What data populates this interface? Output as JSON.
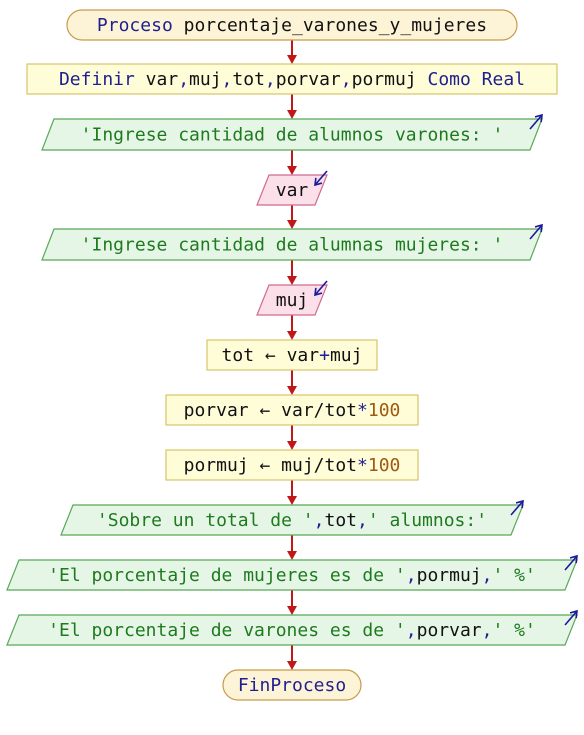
{
  "colors": {
    "terminal_fill": "#fdf3d6",
    "terminal_stroke": "#c89a4a",
    "process_fill": "#fffcd8",
    "process_stroke": "#d7c46a",
    "output_fill": "#e6f6e6",
    "output_stroke": "#58a858",
    "input_fill": "#fbe0ea",
    "input_stroke": "#d06a90",
    "arrow": "#c01818",
    "keyword": "#1f1f8f",
    "identifier": "#111111",
    "string": "#1e7a1e",
    "number": "#a05a10",
    "io_arrow": "#1a1a9a"
  },
  "nodes": [
    {
      "id": "proceso",
      "kind": "terminal",
      "segments": [
        {
          "text": "Proceso ",
          "role": "keyword"
        },
        {
          "text": "porcentaje_varones_y_mujeres",
          "role": "identifier"
        }
      ]
    },
    {
      "id": "definir",
      "kind": "process",
      "segments": [
        {
          "text": "Definir ",
          "role": "keyword"
        },
        {
          "text": "var",
          "role": "identifier"
        },
        {
          "text": ",",
          "role": "keyword"
        },
        {
          "text": "muj",
          "role": "identifier"
        },
        {
          "text": ",",
          "role": "keyword"
        },
        {
          "text": "tot",
          "role": "identifier"
        },
        {
          "text": ",",
          "role": "keyword"
        },
        {
          "text": "porvar",
          "role": "identifier"
        },
        {
          "text": ",",
          "role": "keyword"
        },
        {
          "text": "pormuj",
          "role": "identifier"
        },
        {
          "text": " Como Real",
          "role": "keyword"
        }
      ]
    },
    {
      "id": "out-varones",
      "kind": "output",
      "segments": [
        {
          "text": "'Ingrese cantidad de alumnos varones: '",
          "role": "string"
        }
      ]
    },
    {
      "id": "in-var",
      "kind": "input",
      "segments": [
        {
          "text": "var",
          "role": "identifier"
        }
      ]
    },
    {
      "id": "out-mujeres",
      "kind": "output",
      "segments": [
        {
          "text": "'Ingrese cantidad de alumnas mujeres: '",
          "role": "string"
        }
      ]
    },
    {
      "id": "in-muj",
      "kind": "input",
      "segments": [
        {
          "text": "muj",
          "role": "identifier"
        }
      ]
    },
    {
      "id": "assign-tot",
      "kind": "process",
      "segments": [
        {
          "text": "tot ",
          "role": "identifier"
        },
        {
          "text": "←",
          "role": "identifier"
        },
        {
          "text": " var",
          "role": "identifier"
        },
        {
          "text": "+",
          "role": "keyword"
        },
        {
          "text": "muj",
          "role": "identifier"
        }
      ]
    },
    {
      "id": "assign-porvar",
      "kind": "process",
      "segments": [
        {
          "text": "porvar ",
          "role": "identifier"
        },
        {
          "text": "←",
          "role": "identifier"
        },
        {
          "text": " var/tot",
          "role": "identifier"
        },
        {
          "text": "*",
          "role": "keyword"
        },
        {
          "text": "100",
          "role": "number"
        }
      ]
    },
    {
      "id": "assign-pormuj",
      "kind": "process",
      "segments": [
        {
          "text": "pormuj ",
          "role": "identifier"
        },
        {
          "text": "←",
          "role": "identifier"
        },
        {
          "text": " muj/tot",
          "role": "identifier"
        },
        {
          "text": "*",
          "role": "keyword"
        },
        {
          "text": "100",
          "role": "number"
        }
      ]
    },
    {
      "id": "out-total",
      "kind": "output",
      "segments": [
        {
          "text": "'Sobre un total de '",
          "role": "string"
        },
        {
          "text": ",",
          "role": "keyword"
        },
        {
          "text": "tot",
          "role": "identifier"
        },
        {
          "text": ",",
          "role": "keyword"
        },
        {
          "text": "' alumnos:'",
          "role": "string"
        }
      ]
    },
    {
      "id": "out-pormuj",
      "kind": "output",
      "segments": [
        {
          "text": "'El porcentaje de mujeres es de '",
          "role": "string"
        },
        {
          "text": ",",
          "role": "keyword"
        },
        {
          "text": "pormuj",
          "role": "identifier"
        },
        {
          "text": ",",
          "role": "keyword"
        },
        {
          "text": "' %'",
          "role": "string"
        }
      ]
    },
    {
      "id": "out-porvar",
      "kind": "output",
      "segments": [
        {
          "text": "'El porcentaje de varones es de '",
          "role": "string"
        },
        {
          "text": ",",
          "role": "keyword"
        },
        {
          "text": "porvar",
          "role": "identifier"
        },
        {
          "text": ",",
          "role": "keyword"
        },
        {
          "text": "' %'",
          "role": "string"
        }
      ]
    },
    {
      "id": "finproceso",
      "kind": "terminal",
      "segments": [
        {
          "text": "FinProceso",
          "role": "keyword"
        }
      ]
    }
  ]
}
